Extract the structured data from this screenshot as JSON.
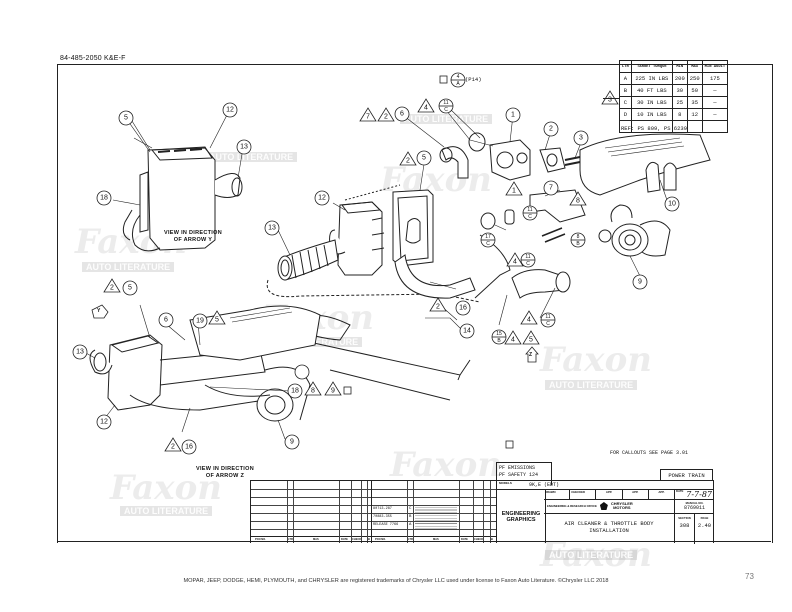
{
  "document": {
    "doc_number": "84-485-2050 K&E-F",
    "page_number": "73",
    "footer_text": "MOPAR, JEEP, DODGE, HEMI, PLYMOUTH, and CHRYSLER are registered trademarks of Chrysler LLC used under license to Faxon Auto Literature. ©Chrysler LLC 2018"
  },
  "watermark": {
    "brand": "Faxon",
    "subtitle": "AUTO LITERATURE"
  },
  "torque_table": {
    "headers": [
      "LTR",
      "TARGET TORQUE",
      "MIN",
      "MAX",
      "MIN AUDIT"
    ],
    "rows": [
      {
        "ltr": "A",
        "torque": "225 IN LBS",
        "min": "200",
        "max": "250",
        "audit": "175"
      },
      {
        "ltr": "B",
        "torque": "40 FT LBS",
        "min": "30",
        "max": "50",
        "audit": "—"
      },
      {
        "ltr": "C",
        "torque": "30 IN LBS",
        "min": "25",
        "max": "35",
        "audit": "—"
      },
      {
        "ltr": "D",
        "torque": "10 IN LBS",
        "min": "8",
        "max": "12",
        "audit": "—"
      }
    ],
    "callout": "3",
    "reference": "REF: PS 809, PS 6239"
  },
  "drawing": {
    "view_y_label": [
      "VIEW IN DIRECTION",
      "OF ARROW Y"
    ],
    "view_z_label": [
      "VIEW IN DIRECTION",
      "OF ARROW Z"
    ],
    "p14_note": "(P14)",
    "callouts_note": "FOR CALLOUTS SEE PAGE 3.01",
    "arrow_y": "Y",
    "arrow_z": "Z"
  },
  "title_block": {
    "emissions": "PF EMISSIONS",
    "safety": "PF SAFETY 124",
    "category": "POWER TRAIN",
    "models_label": "MODELS",
    "models_value": "9K,E (EDT)",
    "eng_graphics": [
      "ENGINEERING",
      "GRAPHICS"
    ],
    "office": "ENGINEERING & RESEARCH OFFICE",
    "company": [
      "CHRYSLER",
      "MOTORS"
    ],
    "drawn_label": "DRAWN",
    "checked_label": "CHECKED",
    "app_label": "APP.",
    "date_label": "DATE",
    "date_value": "7-7-87",
    "manual_label": "MANUAL NO.",
    "manual_value": "8769011",
    "title": [
      "AIR CLEANER & THROTTLE BODY",
      "INSTALLATION"
    ],
    "section_label": "SECTION",
    "section_value": "308",
    "page_label": "PAGE",
    "page_value": "2.40",
    "rev_cols": [
      "PCN NO.",
      "LTR",
      "MAS",
      "DATE",
      "CHECK",
      "B"
    ],
    "revisions": [
      {
        "pcn": "80713-287",
        "ltr": "C"
      },
      {
        "pcn": "70883-355",
        "ltr": "B"
      },
      {
        "pcn": "RELEASE 7766",
        "ltr": "A"
      }
    ]
  },
  "colors": {
    "ink": "#111111",
    "watermark": "#999999"
  }
}
